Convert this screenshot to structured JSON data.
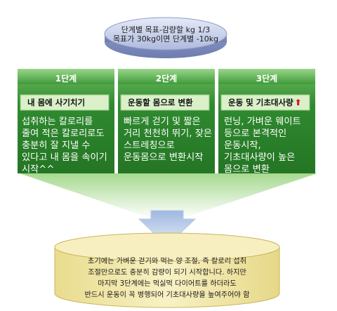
{
  "top": {
    "line1": "단계별 목표-감량할 kg 1/3",
    "line2": "목표가 30kg이면 단계별 -10kg"
  },
  "stages": [
    {
      "title": "1단계",
      "label": "내 몸에 사기치기",
      "desc": "섭취하는 칼로리를 줄여 적은 칼로리로도 충분히 잘 지낼 수 있다고 내 몸을 속이기 시작^^"
    },
    {
      "title": "2단계",
      "label": "운동할 몸으로 변환",
      "desc": "빠르게 걷기 및 짧은 거리 천천히 뛰기, 잦은 스트레칭으로 운동몸으로 변환시작"
    },
    {
      "title": "3단계",
      "label": "운동 및 기초대사량",
      "label_icon": "red-up-arrow-icon",
      "desc": "런닝, 가벼운 웨이트 등으로 본격적인 운동시작, 기초대사량이 높은 몸으로 변환"
    }
  ],
  "bottom": {
    "line1": "초기에는 가벼운 걷기와 먹는 양 조절, 즉 칼로리 섭취",
    "line2": "조절만으로도 충분히 감량이 되기 시작합니다. 하지만",
    "line3": "마지막 3단계에는 먹싫먹 다이어트를 하더라도",
    "line4": "반드시 운동이 꼭 병행되어 기초대사량을 높여주어야 함"
  },
  "colors": {
    "stage_green": "#2f8a2f",
    "stage_green_light": "#7cc56b",
    "label_box": "#d9f0c8",
    "top_ellipse": "#c6d0ea",
    "bottom_cylinder": "#f5ecb2"
  }
}
